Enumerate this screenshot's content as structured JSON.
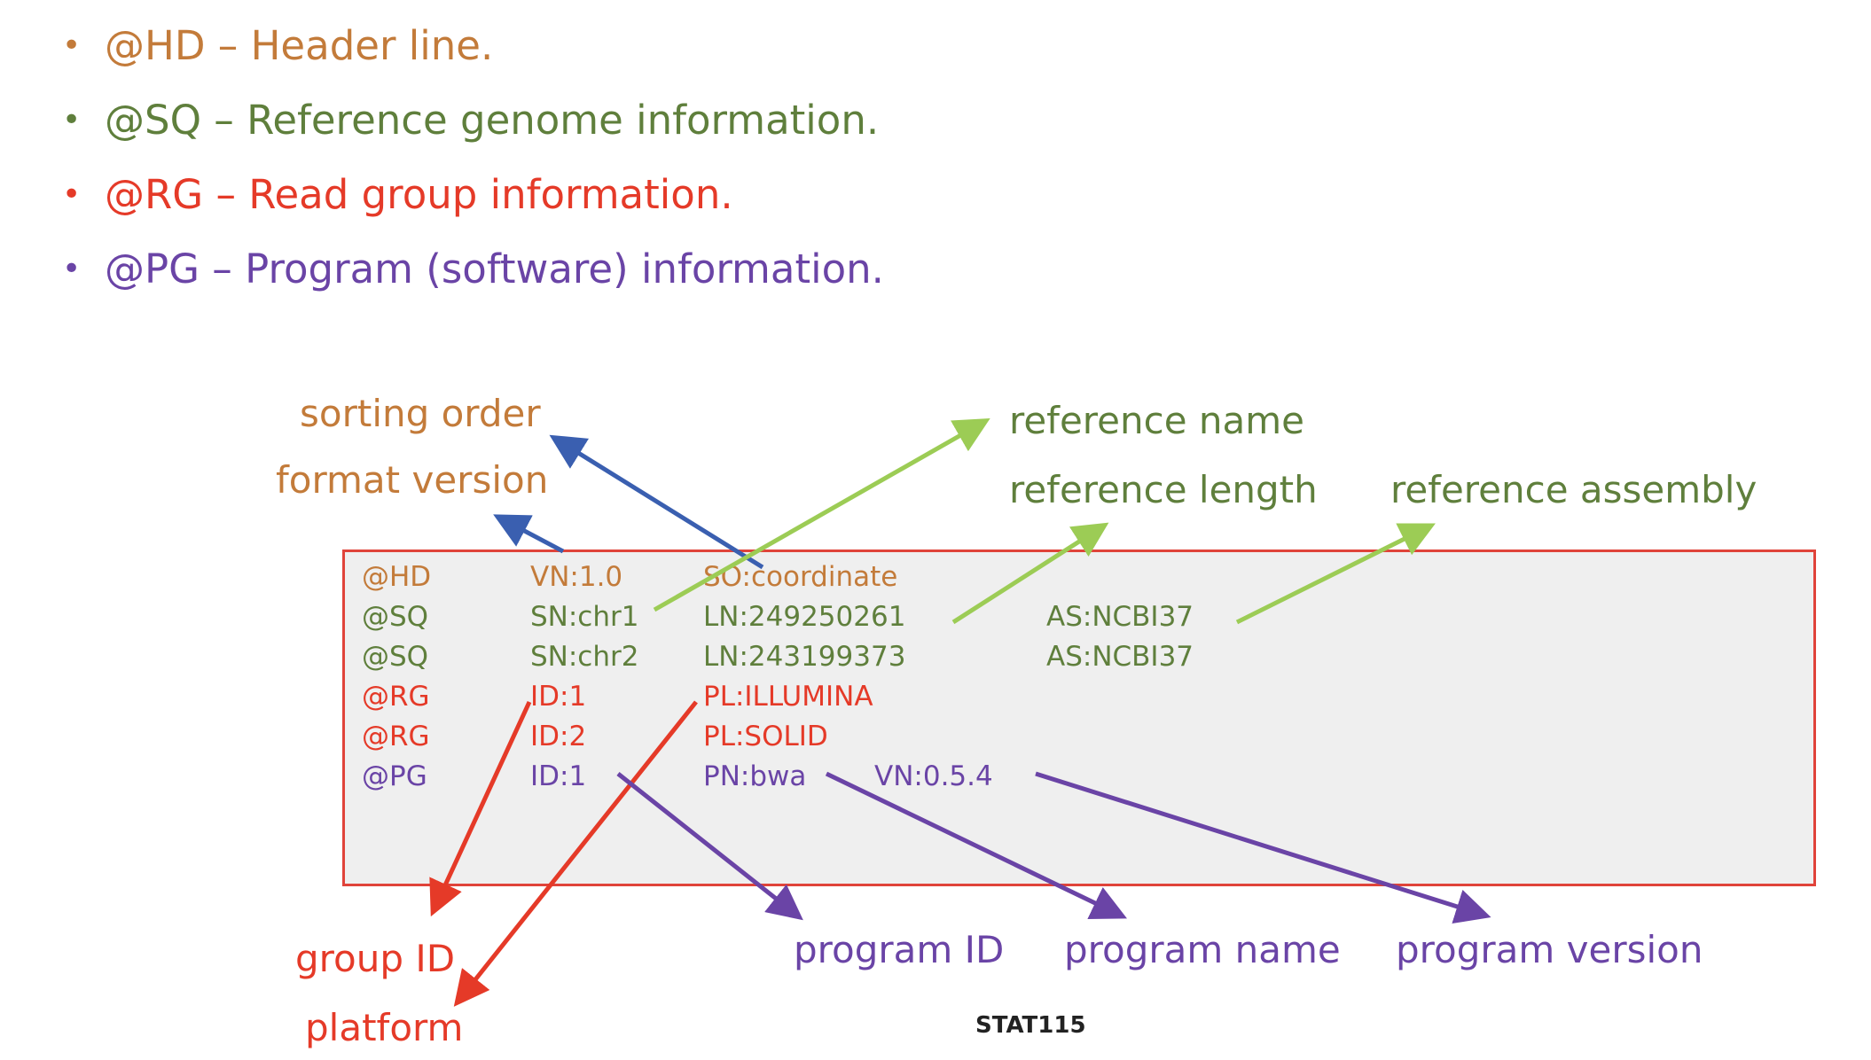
{
  "bullets": [
    {
      "text": "@HD – Header line.",
      "color": "#c37b3a"
    },
    {
      "text": "@SQ – Reference genome information.",
      "color": "#5f7f3c"
    },
    {
      "text": "@RG – Read group information.",
      "color": "#e53a28"
    },
    {
      "text": "@PG – Program (software) information.",
      "color": "#6a44a6"
    }
  ],
  "header_rows": [
    [
      "@HD",
      "VN:1.0",
      "SO:coordinate",
      "",
      ""
    ],
    [
      "@SQ",
      "SN:chr1",
      "LN:249250261",
      "",
      "AS:NCBI37"
    ],
    [
      "@SQ",
      "SN:chr2",
      "LN:243199373",
      "",
      "AS:NCBI37"
    ],
    [
      "@RG",
      "ID:1",
      "PL:ILLUMINA",
      "",
      ""
    ],
    [
      "@RG",
      "ID:2",
      "PL:SOLID",
      "",
      ""
    ],
    [
      "@PG",
      "ID:1",
      "PN:bwa",
      "VN:0.5.4",
      ""
    ]
  ],
  "labels": {
    "sorting_order": "sorting order",
    "format_version": "format version",
    "reference_name": "reference name",
    "reference_length": "reference length",
    "reference_assembly": "reference assembly",
    "group_id": "group ID",
    "platform": "platform",
    "program_id": "program ID",
    "program_name": "program name",
    "program_version": "program version"
  },
  "footer": "STAT115",
  "colors": {
    "hd": "#c37b3a",
    "sq": "#5f7f3c",
    "rg": "#e53a28",
    "pg": "#6a44a6",
    "blue_arrow": "#3a5fb0",
    "green_arrow": "#9ccc55",
    "box_border": "#e0433a",
    "box_fill": "#efefef"
  }
}
